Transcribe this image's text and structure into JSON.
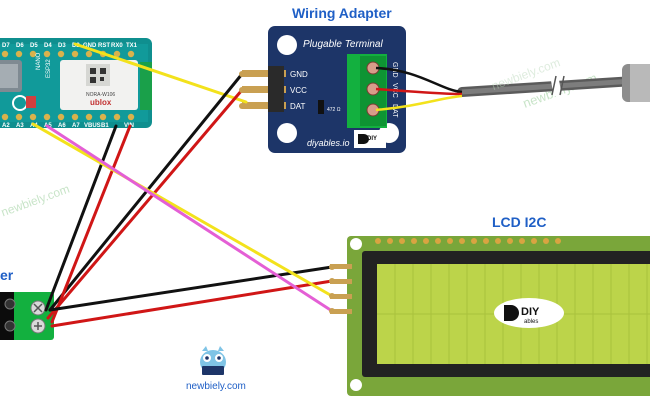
{
  "adapter": {
    "heading": "Wiring Adapter",
    "subtitle": "Plugable Terminal",
    "pins": [
      "GND",
      "VCC",
      "DAT"
    ],
    "resistor": "472 Ω",
    "brand_text": "diyables.io",
    "terminal_labels": [
      "GND",
      "VCC",
      "DAT"
    ]
  },
  "lcd": {
    "heading": "LCD I2C",
    "logo_text": "DIY",
    "logo_sub": "ables"
  },
  "board": {
    "top_pins": [
      "D7",
      "D6",
      "D5",
      "D4",
      "D3",
      "D2",
      "GND",
      "RST",
      "RX0",
      "TX1"
    ],
    "bottom_pins": [
      "A2",
      "A3",
      "A4",
      "A5",
      "A6",
      "A7",
      "VBUS",
      "B1",
      "VIN"
    ],
    "chip_text": "ublox",
    "module_text": "NORA-W106",
    "esp_text": "ESP32",
    "nano_text": "NANO"
  },
  "left_partial_label": "er",
  "watermarks": [
    "newbiely.com",
    "newbiely.com",
    "newbiely.com"
  ],
  "colors": {
    "wire_black": "#111111",
    "wire_red": "#d01616",
    "wire_yellow": "#f3e21c",
    "wire_pink": "#e45fd5",
    "heading_blue": "#1f5fc6",
    "pcb_blue": "#1d3568",
    "lcd_green": "#7aa63a",
    "lcd_screen": "#bcd44a"
  }
}
